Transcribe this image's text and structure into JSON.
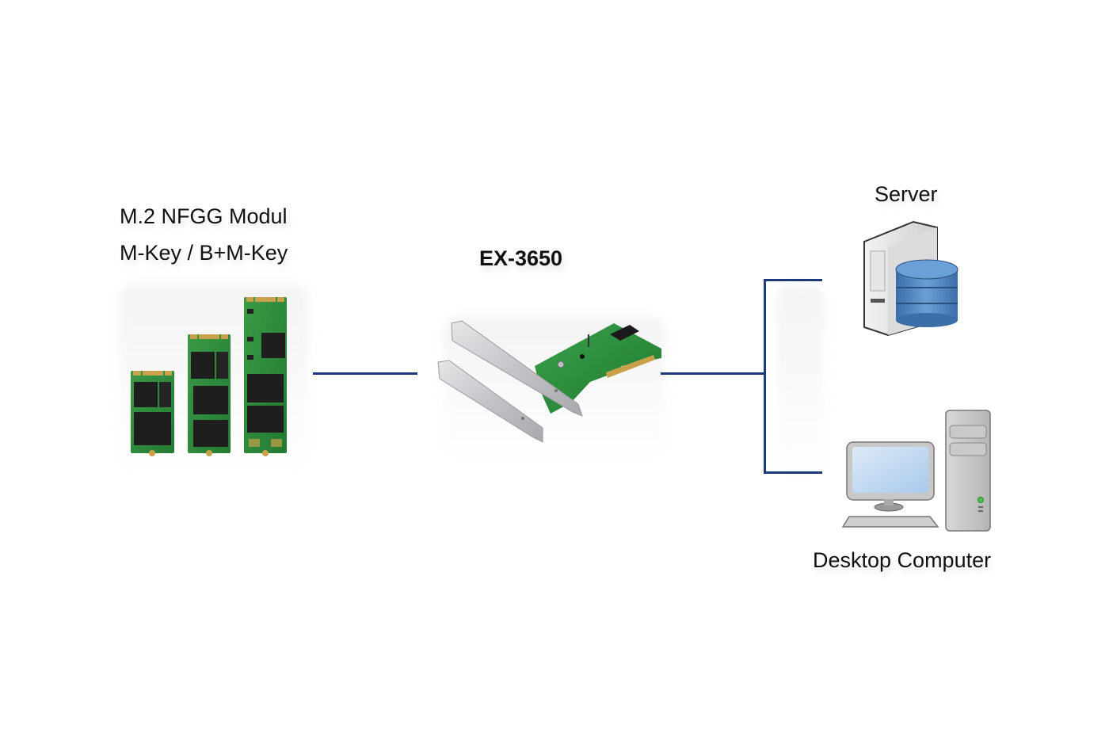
{
  "diagram": {
    "left": {
      "title_line1": "M.2 NFGG Modul",
      "title_line2": "M-Key / B+M-Key",
      "modules": [
        {
          "name": "m2-2242"
        },
        {
          "name": "m2-2260"
        },
        {
          "name": "m2-2280"
        }
      ]
    },
    "center": {
      "title": "EX-3650",
      "device": "pcie-m2-adapter-card"
    },
    "right": {
      "server_label": "Server",
      "desktop_label": "Desktop Computer"
    },
    "colors": {
      "connector": "#1f3a7a",
      "pcb_green": "#2f8a3c",
      "gold": "#c8a14a",
      "db_blue": "#4f87c2",
      "bracket_silver": "#c9c9cc"
    }
  }
}
